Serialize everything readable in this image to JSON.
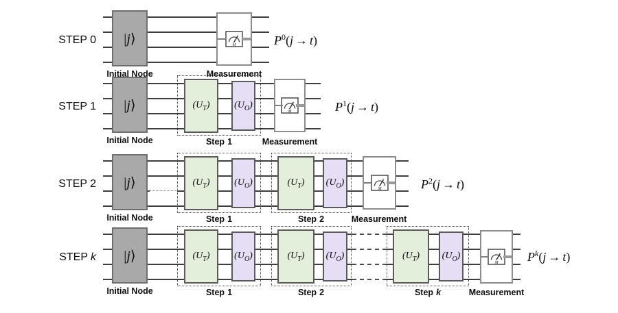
{
  "figure": "quantum-walk-stepwise-circuits",
  "labels": {
    "row_word": "STEP",
    "step_word": "Step",
    "initial_node": "Initial Node",
    "measurement": "Measurement"
  },
  "rows": [
    {
      "index": "0",
      "p_sup": "0"
    },
    {
      "index": "1",
      "p_sup": "1"
    },
    {
      "index": "2",
      "p_sup": "2"
    },
    {
      "index": "k",
      "p_sup": "k"
    }
  ],
  "groups": {
    "g1": "1",
    "g2": "2",
    "gk": "k"
  },
  "ket": {
    "bar": "|",
    "letter": "j",
    "rangle": "⟩"
  },
  "gates": {
    "transition": {
      "open": "(",
      "symbol": "U",
      "subscript": "T",
      "close": ")"
    },
    "oracle": {
      "open": "(",
      "symbol": "U",
      "subscript": "O",
      "close": ")"
    }
  },
  "p": {
    "symbol": "P",
    "open": "(",
    "from": "j",
    "arrow": "→",
    "to": "t",
    "close": ")"
  },
  "meter": {
    "letter": "M"
  },
  "colors": {
    "initial_node_fill": "#a9a9a9",
    "initial_node_border": "#6e6e6e",
    "transition_gate_fill": "#e3efdb",
    "oracle_gate_fill": "#e6def5",
    "gate_border": "#5a5a5a",
    "measurement_border": "#8c8c8c",
    "wire": "#3d3d3d",
    "text": "#111111"
  }
}
